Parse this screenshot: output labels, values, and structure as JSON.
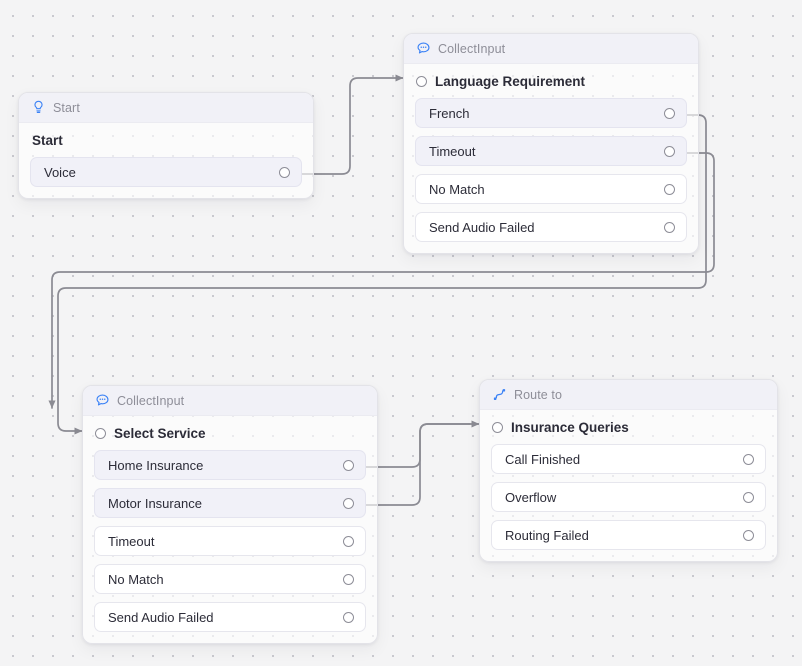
{
  "canvas": {
    "background_color": "#f4f4f5",
    "dot_color": "#c9c9cf",
    "accent_color": "#3b82f6",
    "edge_color": "#8b8b93",
    "connected_port_color": "#f1f1f8"
  },
  "nodes": [
    {
      "id": "start",
      "type_label": "Start",
      "icon": "lightbulb-icon",
      "title": "Start",
      "has_input_port": false,
      "ports": [
        {
          "label": "Voice",
          "connected": true
        }
      ]
    },
    {
      "id": "collect-language",
      "type_label": "CollectInput",
      "icon": "chat-bubble-icon",
      "title": "Language Requirement",
      "has_input_port": true,
      "ports": [
        {
          "label": "French",
          "connected": true
        },
        {
          "label": "Timeout",
          "connected": true
        },
        {
          "label": "No Match",
          "connected": false
        },
        {
          "label": "Send Audio Failed",
          "connected": false
        }
      ]
    },
    {
      "id": "collect-service",
      "type_label": "CollectInput",
      "icon": "chat-bubble-icon",
      "title": "Select Service",
      "has_input_port": true,
      "ports": [
        {
          "label": "Home Insurance",
          "connected": true
        },
        {
          "label": "Motor Insurance",
          "connected": true
        },
        {
          "label": "Timeout",
          "connected": false
        },
        {
          "label": "No Match",
          "connected": false
        },
        {
          "label": "Send Audio Failed",
          "connected": false
        }
      ]
    },
    {
      "id": "route-insurance",
      "type_label": "Route to",
      "icon": "route-branch-icon",
      "title": "Insurance Queries",
      "has_input_port": true,
      "ports": [
        {
          "label": "Call Finished",
          "connected": false
        },
        {
          "label": "Overflow",
          "connected": false
        },
        {
          "label": "Routing Failed",
          "connected": false
        }
      ]
    }
  ],
  "edges": [
    {
      "from": "start.Voice",
      "to": "collect-language.input",
      "arrow": "right"
    },
    {
      "from": "collect-language.French",
      "to": "collect-service.input",
      "arrow": "right"
    },
    {
      "from": "collect-language.Timeout",
      "to": "canvas.down",
      "arrow": "down"
    },
    {
      "from": "collect-service.Home Insurance",
      "to": "route-insurance.input",
      "arrow": "right"
    },
    {
      "from": "collect-service.Motor Insurance",
      "to": "route-insurance.input",
      "arrow": "right"
    }
  ]
}
